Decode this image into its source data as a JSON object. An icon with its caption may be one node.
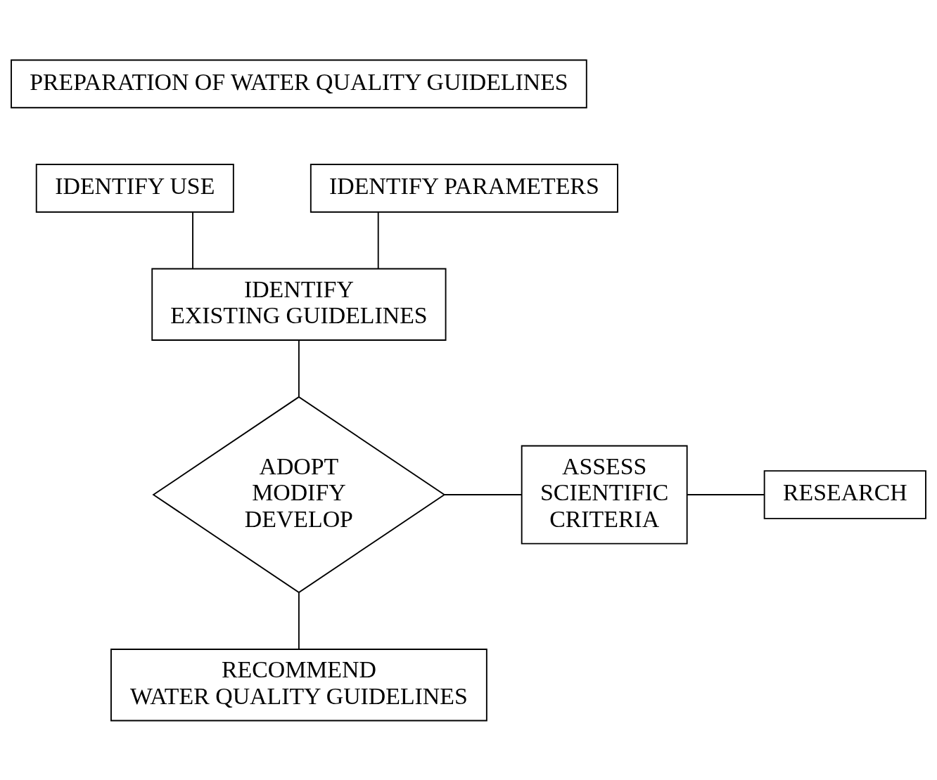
{
  "diagram": {
    "nodes": [
      {
        "text": [
          "PREPARATION OF WATER QUALITY GUIDELINES"
        ]
      },
      {
        "text": [
          "IDENTIFY USE"
        ]
      },
      {
        "text": [
          "IDENTIFY PARAMETERS"
        ]
      },
      {
        "text": [
          "IDENTIFY EXISTING GUIDELINES"
        ]
      },
      {
        "text": [
          "ADOPT MODIFY DEVELOP"
        ]
      },
      {
        "text": [
          "ASSESS SCIENTIFIC CRITERIA"
        ]
      },
      {
        "text": [
          "RESEARCH"
        ]
      },
      {
        "text": [
          "RECOMMEND WATER QUALITY GUIDELINES"
        ]
      }
    ],
    "edges": [
      {
        "from": 1,
        "to": 3,
        "arrow": "none"
      },
      {
        "from": 2,
        "to": 3,
        "arrow": "none"
      },
      {
        "from": 3,
        "to": 4,
        "arrow": "none"
      },
      {
        "from": 4,
        "to": 5,
        "arrow": "none"
      },
      {
        "from": 5,
        "to": 6,
        "arrow": "none"
      },
      {
        "from": 4,
        "to": 7,
        "arrow": "none"
      }
    ]
  }
}
